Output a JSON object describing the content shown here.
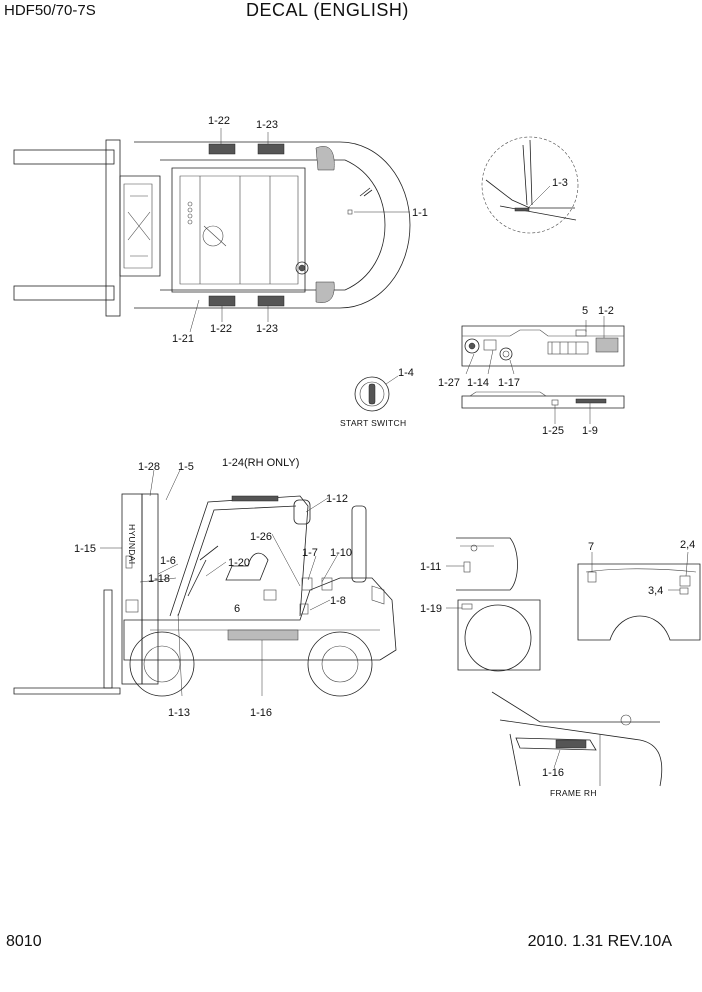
{
  "header": {
    "model": "HDF50/70-7S",
    "title": "DECAL (ENGLISH)"
  },
  "footer": {
    "page_number": "8010",
    "revision": "2010. 1.31  REV.10A"
  },
  "callouts": {
    "c1_1": "1-1",
    "c1_2": "1-2",
    "c1_3": "1-3",
    "c1_4": "1-4",
    "c1_5": "1-5",
    "c1_6": "1-6",
    "c1_7": "1-7",
    "c1_8": "1-8",
    "c1_9": "1-9",
    "c1_10": "1-10",
    "c1_11": "1-11",
    "c1_12": "1-12",
    "c1_13": "1-13",
    "c1_14": "1-14",
    "c1_15": "1-15",
    "c1_16_side": "1-16",
    "c1_16_frame": "1-16",
    "c1_17": "1-17",
    "c1_18": "1-18",
    "c1_19": "1-19",
    "c1_20": "1-20",
    "c1_21": "1-21",
    "c1_22_top": "1-22",
    "c1_22_bottom": "1-22",
    "c1_23_top": "1-23",
    "c1_23_bottom": "1-23",
    "c1_24": "1-24(RH ONLY)",
    "c1_25": "1-25",
    "c1_26": "1-26",
    "c1_27": "1-27",
    "c1_28": "1-28",
    "c5": "5",
    "c6": "6",
    "c7": "7",
    "c2_4": "2,4",
    "c3_4": "3,4"
  },
  "captions": {
    "start_switch": "START SWITCH",
    "frame_rh": "FRAME RH",
    "mast_brand": "HYUNDAI"
  }
}
